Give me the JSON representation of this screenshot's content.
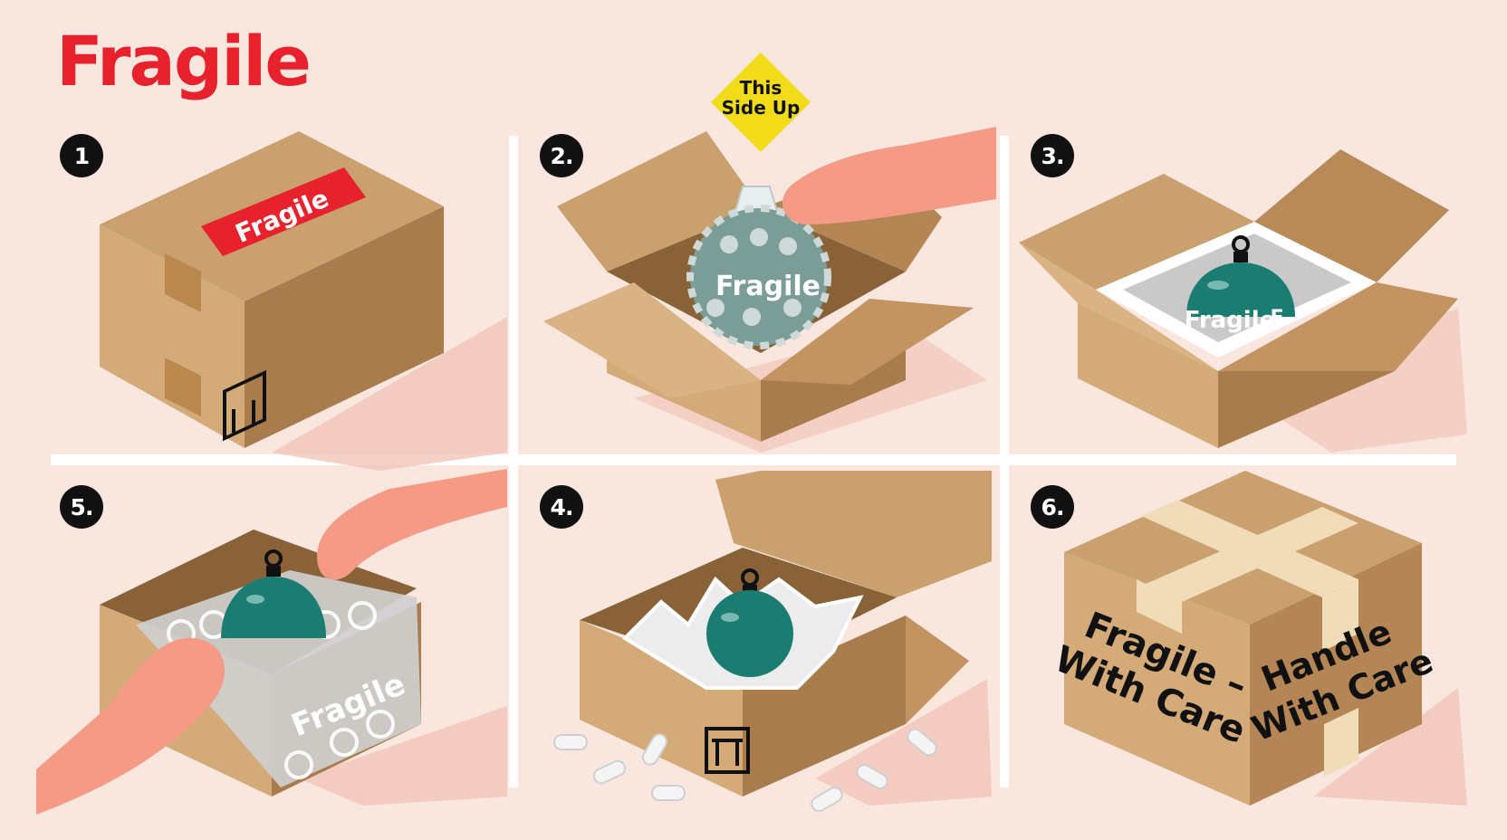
{
  "title": "Fragile",
  "colors": {
    "accent_red": "#e8222c",
    "background": "#f9e6de",
    "cardboard": "#c9a06e",
    "ornament": "#1b7d72",
    "warning_yellow": "#f2dc1a"
  },
  "steps": [
    {
      "number": "1",
      "label": "Fragile",
      "icon": "this-way-up-icon"
    },
    {
      "number": "2.",
      "label": "Fragile",
      "tag": "This Side Up"
    },
    {
      "number": "3.",
      "label": "Fragile",
      "label_partial": "F"
    },
    {
      "number": "5.",
      "label": "Fragile"
    },
    {
      "number": "4.",
      "icon": "this-way-up-icon"
    },
    {
      "number": "6.",
      "label_left": "Fragile – With Care",
      "label_right": "Handle With Care"
    }
  ],
  "tag_line1": "This",
  "tag_line2": "Side Up",
  "step6_left_line1": "Fragile –",
  "step6_left_line2": "With Care",
  "step6_right_line1": "Handle",
  "step6_right_line2": "With Care"
}
